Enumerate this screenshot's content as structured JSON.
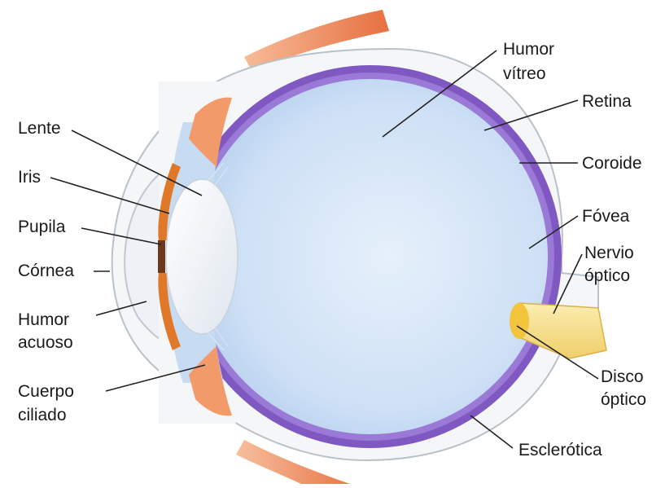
{
  "labels": {
    "lente": "Lente",
    "iris": "Iris",
    "pupila": "Pupila",
    "cornea": "Córnea",
    "humor_acuoso_1": "Humor",
    "humor_acuoso_2": "acuoso",
    "cuerpo_ciliado_1": "Cuerpo",
    "cuerpo_ciliado_2": "ciliado",
    "humor_vitreo_1": "Humor",
    "humor_vitreo_2": "vítreo",
    "retina": "Retina",
    "coroide": "Coroide",
    "fovea": "Fóvea",
    "nervio_optico_1": "Nervio",
    "nervio_optico_2": "óptico",
    "disco_optico_1": "Disco",
    "disco_optico_2": "óptico",
    "esclerotica": "Esclerótica"
  },
  "colors": {
    "vitreous": "#c9def5",
    "choroid": "#8a63c9",
    "sclera_outline": "#bcc4cc",
    "muscle": "#f08a5a",
    "iris": "#e07a2a",
    "nerve": "#f7df8a",
    "leader_line": "#222222"
  }
}
